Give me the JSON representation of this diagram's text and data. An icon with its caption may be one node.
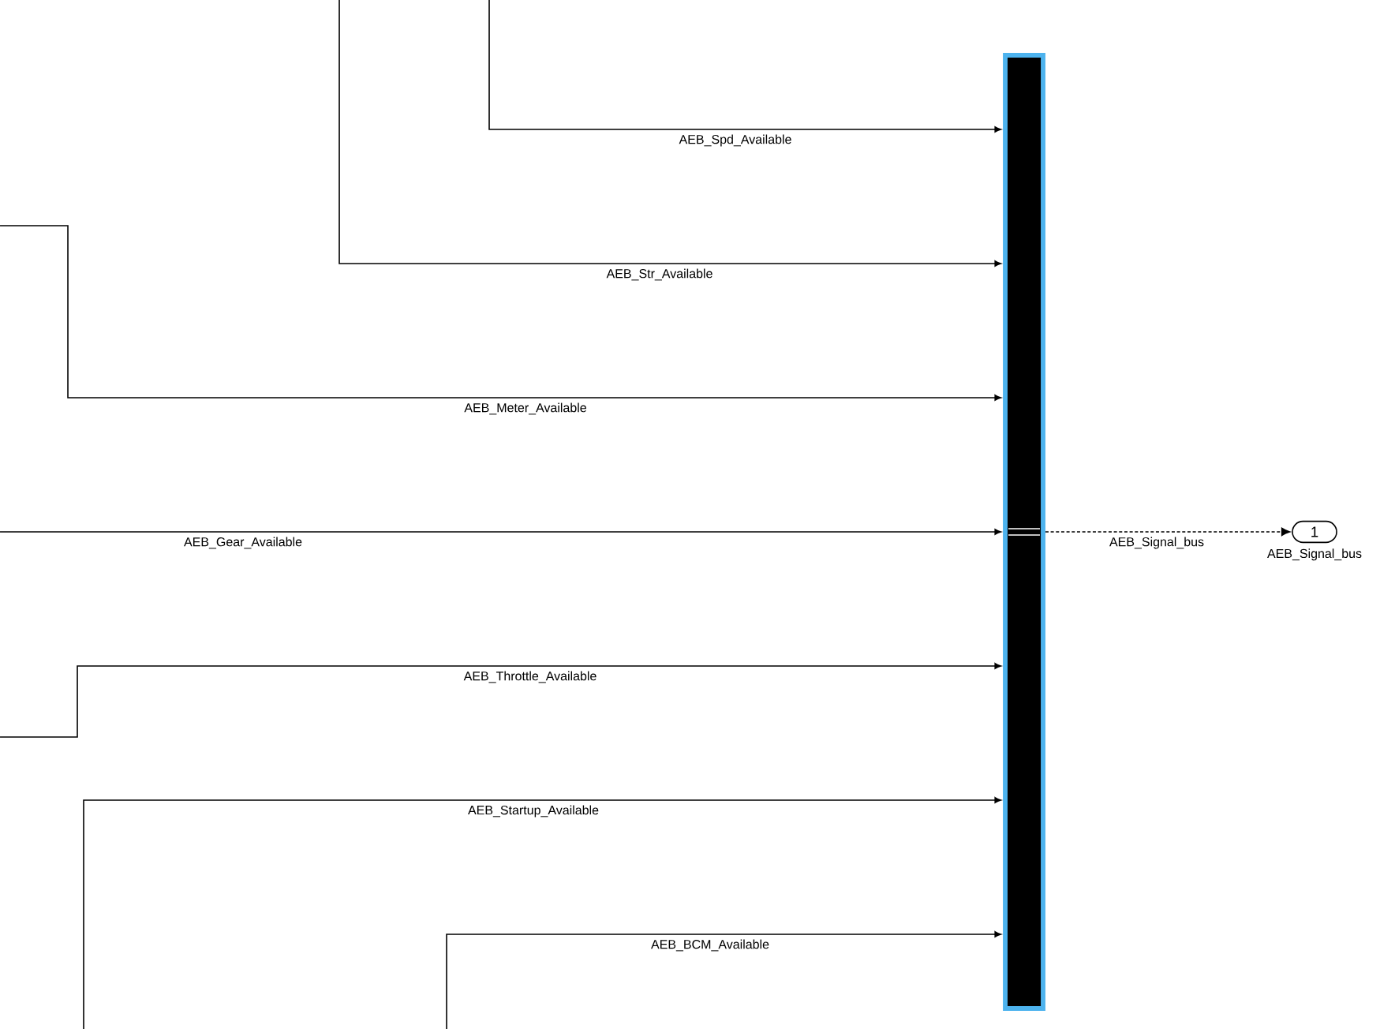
{
  "diagram": {
    "nodes": [
      {
        "text": [],
        "shape": "bar"
      },
      {
        "text": [
          "1"
        ],
        "beside": [
          "AEB_Signal_bus"
        ]
      }
    ],
    "edges": [
      {
        "from": null,
        "to": 0,
        "arrow": "to",
        "label": "AEB_Spd_Available"
      },
      {
        "from": null,
        "to": 0,
        "arrow": "to",
        "label": "AEB_Str_Available"
      },
      {
        "from": null,
        "to": 0,
        "arrow": "to",
        "label": "AEB_Meter_Available"
      },
      {
        "from": null,
        "to": 0,
        "arrow": "to",
        "label": "AEB_Gear_Available"
      },
      {
        "from": null,
        "to": 0,
        "arrow": "to",
        "label": "AEB_Throttle_Available"
      },
      {
        "from": null,
        "to": 0,
        "arrow": "to",
        "label": "AEB_Startup_Available"
      },
      {
        "from": null,
        "to": 0,
        "arrow": "to",
        "label": "AEB_BCM_Available"
      },
      {
        "from": 0,
        "to": 1,
        "arrow": "to",
        "label": "AEB_Signal_bus",
        "style": "dashed"
      }
    ]
  }
}
